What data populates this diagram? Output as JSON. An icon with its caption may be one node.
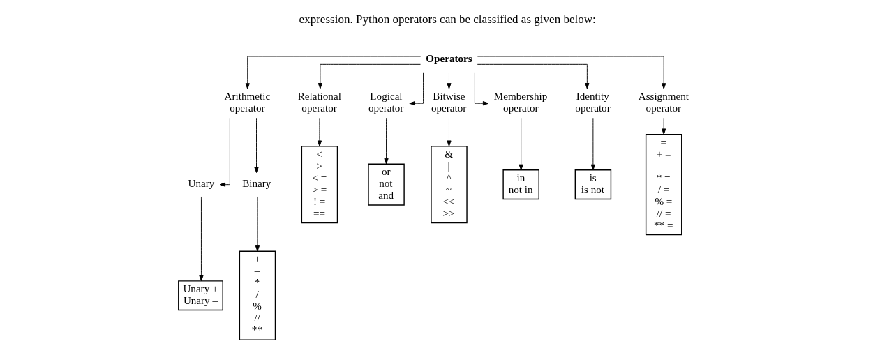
{
  "diagram": {
    "nodes": [
      {
        "text": [
          "Operators"
        ]
      },
      {
        "text": [
          "Arithmetic operator"
        ]
      },
      {
        "text": [
          "Relational operator"
        ]
      },
      {
        "text": [
          "Logical operator"
        ]
      },
      {
        "text": [
          "Bitwise operator"
        ]
      },
      {
        "text": [
          "Membership operator"
        ]
      },
      {
        "text": [
          "Identity operator"
        ]
      },
      {
        "text": [
          "Assignment operator"
        ]
      },
      {
        "text": [
          "Unary"
        ]
      },
      {
        "text": [
          "Binary"
        ]
      },
      {
        "text": [
          "Unary +",
          "Unary –"
        ]
      },
      {
        "text": [
          "+",
          "–",
          "*",
          "/",
          "%",
          "//",
          "**"
        ]
      },
      {
        "text": [
          "<",
          ">",
          "< =",
          "> =",
          "! =",
          "=="
        ]
      },
      {
        "text": [
          "or",
          "not",
          "and"
        ]
      },
      {
        "text": [
          "&",
          "|",
          "^",
          "~",
          "<<",
          ">>"
        ]
      },
      {
        "text": [
          "in",
          "not in"
        ]
      },
      {
        "text": [
          "is",
          "is not"
        ]
      },
      {
        "text": [
          "=",
          "+ =",
          "– =",
          "* =",
          "/ =",
          "% =",
          "// =",
          "** ="
        ]
      }
    ],
    "edges": [
      {
        "from": 0,
        "to": 1,
        "arrow": "to"
      },
      {
        "from": 0,
        "to": 2,
        "arrow": "to"
      },
      {
        "from": 0,
        "to": 3,
        "arrow": "to"
      },
      {
        "from": 0,
        "to": 4,
        "arrow": "to"
      },
      {
        "from": 0,
        "to": 5,
        "arrow": "to"
      },
      {
        "from": 0,
        "to": 6,
        "arrow": "to"
      },
      {
        "from": 0,
        "to": 7,
        "arrow": "to"
      },
      {
        "from": 1,
        "to": 8,
        "arrow": "to"
      },
      {
        "from": 1,
        "to": 9,
        "arrow": "to"
      },
      {
        "from": 8,
        "to": 10,
        "arrow": "to"
      },
      {
        "from": 9,
        "to": 11,
        "arrow": "to"
      },
      {
        "from": 2,
        "to": 12,
        "arrow": "to"
      },
      {
        "from": 3,
        "to": 13,
        "arrow": "to"
      },
      {
        "from": 4,
        "to": 14,
        "arrow": "to"
      },
      {
        "from": 5,
        "to": 15,
        "arrow": "to"
      },
      {
        "from": 6,
        "to": 16,
        "arrow": "to"
      },
      {
        "from": 7,
        "to": 17,
        "arrow": "to"
      }
    ],
    "labels": [
      "expression. Python operators can be classified as given below:"
    ]
  }
}
